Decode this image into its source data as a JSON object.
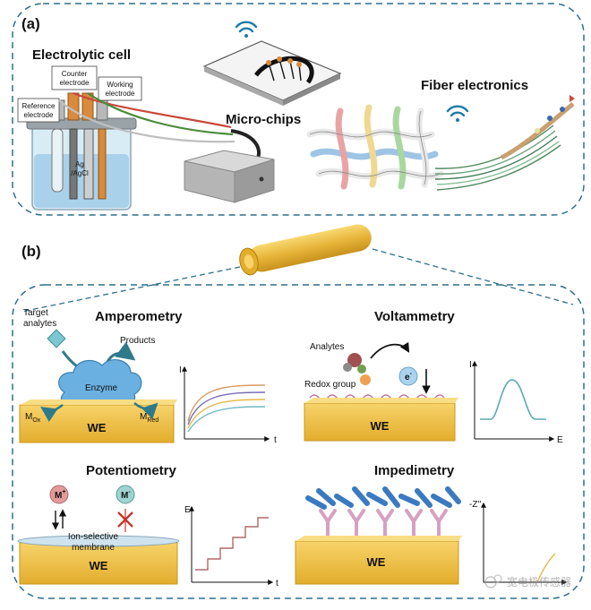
{
  "panel_a": {
    "label": "(a)",
    "electrolytic_cell": "Electrolytic cell",
    "counter_electrode": [
      "Counter",
      "electrode"
    ],
    "working_electrode": [
      "Working",
      "electrode"
    ],
    "reference_electrode": [
      "Reference",
      "electrode"
    ],
    "ag_agcl": [
      "Ag",
      "/AgCl"
    ],
    "micro_chips": "Micro-chips",
    "fiber_electronics": "Fiber electronics"
  },
  "panel_b": {
    "label": "(b)",
    "amperometry": {
      "title": "Amperometry",
      "target": [
        "Target",
        "analytes"
      ],
      "products": "Products",
      "enzyme": "Enzyme",
      "m_ox": "M",
      "m_ox_sub": "Ox",
      "m_red": "M",
      "m_red_sub": "Red",
      "we": "WE",
      "y_axis": "I",
      "x_axis": "t"
    },
    "voltammetry": {
      "title": "Voltammetry",
      "analytes": "Analytes",
      "redox": "Redox group",
      "electron": "e",
      "electron_sup": "-",
      "we": "WE",
      "y_axis": "I",
      "x_axis": "E"
    },
    "potentiometry": {
      "title": "Potentiometry",
      "m_plus": "M",
      "m_plus_sup": "+",
      "m_minus": "M",
      "m_minus_sup": "-",
      "membrane": [
        "Ion-selective",
        "membrane"
      ],
      "we": "WE",
      "y_axis": "E",
      "x_axis": "t"
    },
    "impedimetry": {
      "title": "Impedimetry",
      "we": "WE",
      "y_axis": "-Z''"
    }
  },
  "watermark": "宽电极传感器",
  "colors": {
    "frame": "#2f6e8c",
    "gold": "#f0c24a",
    "gold_dark": "#c9971c",
    "enzyme": "#6ab0e0",
    "arrow": "#2e7a8a"
  }
}
